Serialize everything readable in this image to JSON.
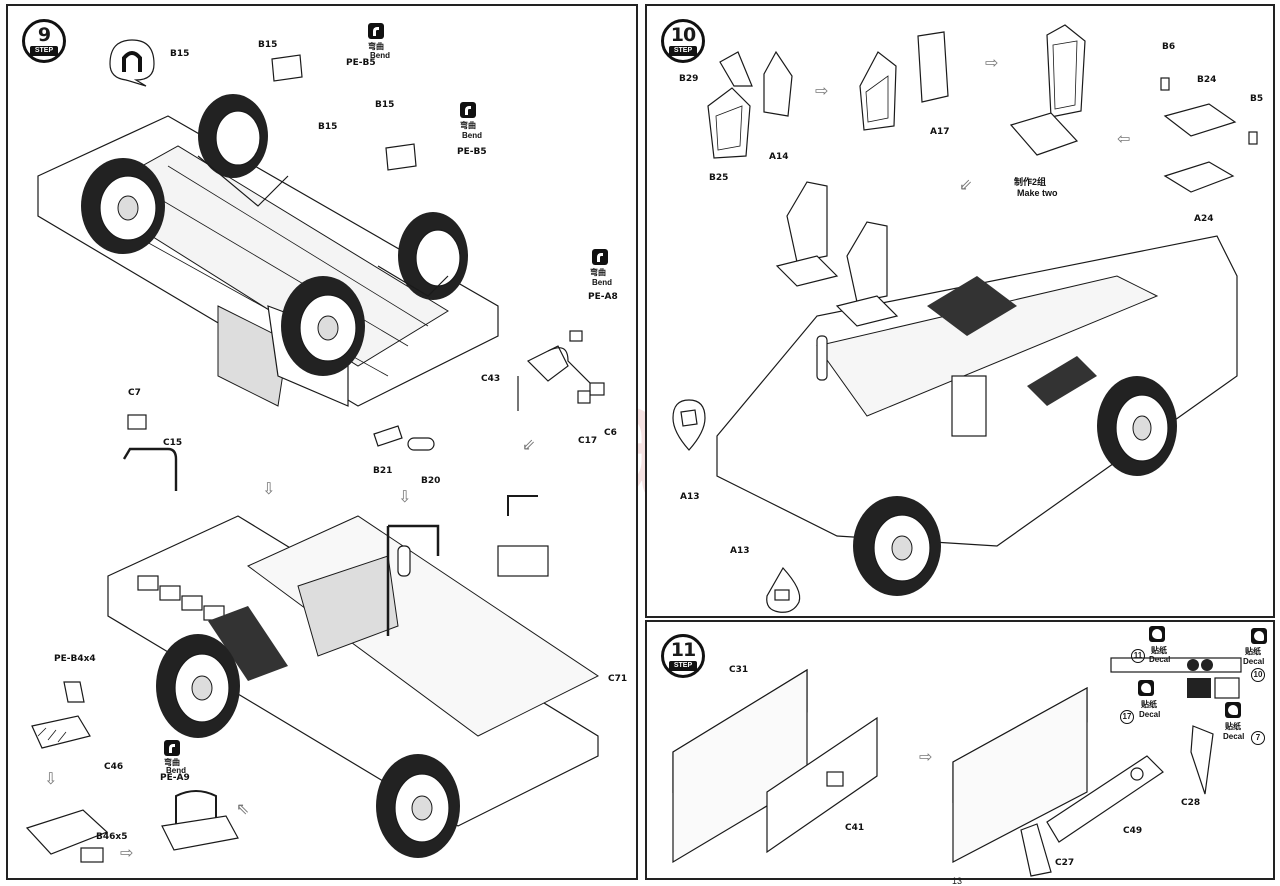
{
  "watermark": "modelartikl.cz",
  "page_number": "13",
  "steps": [
    {
      "number": "9",
      "badge": "STEP",
      "labels": [
        "B15",
        "B15",
        "B15",
        "B15",
        "PE-B5",
        "PE-B5",
        "PE-A8",
        "C43",
        "C17",
        "C6",
        "C7",
        "C15",
        "B21",
        "B20",
        "C71",
        "PE-B4x4",
        "C46",
        "B46x5",
        "PE-A9"
      ],
      "bend_cn": "弯曲",
      "bend_en": "Bend"
    },
    {
      "number": "10",
      "badge": "STEP",
      "labels": [
        "B29",
        "A14",
        "B25",
        "A17",
        "B6",
        "B24",
        "B5",
        "A24",
        "A13",
        "A13"
      ],
      "make_two_cn": "制作2组",
      "make_two_en": "Make two"
    },
    {
      "number": "11",
      "badge": "STEP",
      "labels": [
        "C31",
        "C41",
        "C49",
        "C28",
        "C27"
      ],
      "decal_cn": "贴纸",
      "decal_en": "Decal",
      "decal_numbers": [
        "11",
        "10",
        "17",
        "7"
      ]
    }
  ]
}
